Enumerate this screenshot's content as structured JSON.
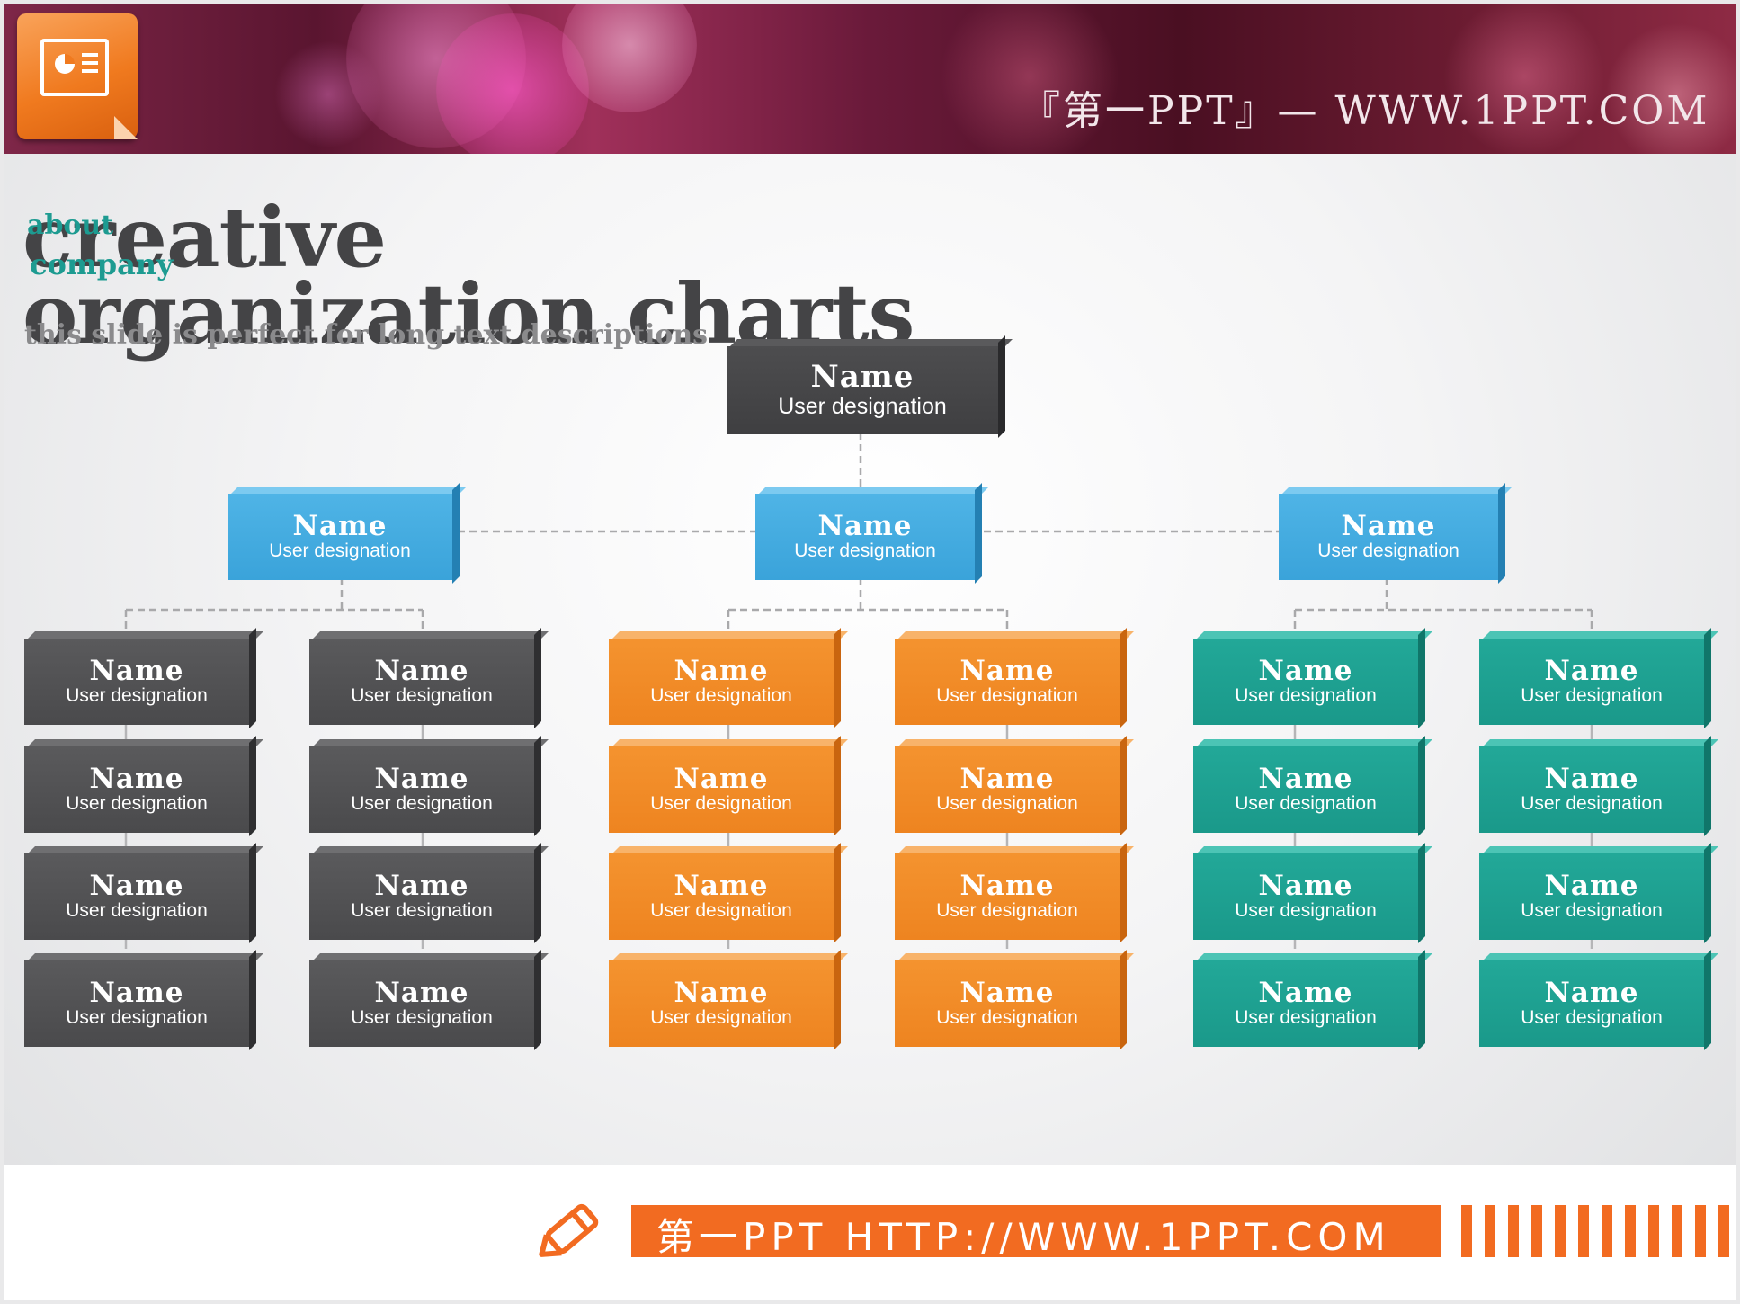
{
  "banner": {
    "brand_text": "『第一PPT』— WWW.1PPT.COM",
    "app_icon": "presentation-icon"
  },
  "title": {
    "line1": "creative",
    "overlay_top": "about",
    "overlay_bottom": "company",
    "line2": "organization charts",
    "subtitle": "this slide is perfect for long text descriptions"
  },
  "colors": {
    "dark": "#4a4a4c",
    "blue": "#3aa3da",
    "orange": "#ee8420",
    "teal": "#1a998a",
    "footer_accent": "#f26b21"
  },
  "org": {
    "root": {
      "name": "Name",
      "designation": "User designation"
    },
    "managers": [
      {
        "name": "Name",
        "designation": "User designation"
      },
      {
        "name": "Name",
        "designation": "User designation"
      },
      {
        "name": "Name",
        "designation": "User designation"
      }
    ],
    "teams": [
      {
        "color": "dark",
        "columns": [
          [
            {
              "name": "Name",
              "designation": "User designation"
            },
            {
              "name": "Name",
              "designation": "User designation"
            },
            {
              "name": "Name",
              "designation": "User designation"
            },
            {
              "name": "Name",
              "designation": "User designation"
            }
          ],
          [
            {
              "name": "Name",
              "designation": "User designation"
            },
            {
              "name": "Name",
              "designation": "User designation"
            },
            {
              "name": "Name",
              "designation": "User designation"
            },
            {
              "name": "Name",
              "designation": "User designation"
            }
          ]
        ]
      },
      {
        "color": "orange",
        "columns": [
          [
            {
              "name": "Name",
              "designation": "User designation"
            },
            {
              "name": "Name",
              "designation": "User designation"
            },
            {
              "name": "Name",
              "designation": "User designation"
            },
            {
              "name": "Name",
              "designation": "User designation"
            }
          ],
          [
            {
              "name": "Name",
              "designation": "User designation"
            },
            {
              "name": "Name",
              "designation": "User designation"
            },
            {
              "name": "Name",
              "designation": "User designation"
            },
            {
              "name": "Name",
              "designation": "User designation"
            }
          ]
        ]
      },
      {
        "color": "teal",
        "columns": [
          [
            {
              "name": "Name",
              "designation": "User designation"
            },
            {
              "name": "Name",
              "designation": "User designation"
            },
            {
              "name": "Name",
              "designation": "User designation"
            },
            {
              "name": "Name",
              "designation": "User designation"
            }
          ],
          [
            {
              "name": "Name",
              "designation": "User designation"
            },
            {
              "name": "Name",
              "designation": "User designation"
            },
            {
              "name": "Name",
              "designation": "User designation"
            },
            {
              "name": "Name",
              "designation": "User designation"
            }
          ]
        ]
      }
    ]
  },
  "footer": {
    "text": "第一PPT HTTP://WWW.1PPT.COM",
    "icon": "pencil-icon"
  }
}
